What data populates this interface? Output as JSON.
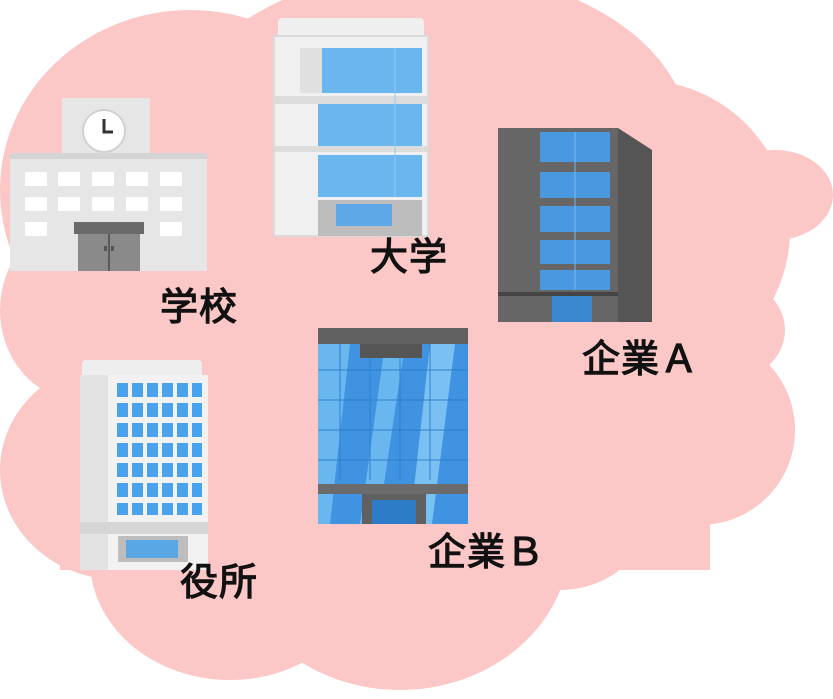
{
  "colors": {
    "cloud": "#fcc7c7",
    "glass": "#6ab7f0",
    "glass_dark": "#3d8fd6",
    "wall": "#e9e9e9",
    "wall_shadow": "#c9c9c9",
    "dark_wall": "#6b6b6b"
  },
  "buildings": [
    {
      "label": "学校",
      "icon": "school-building-icon"
    },
    {
      "label": "大学",
      "icon": "university-building-icon"
    },
    {
      "label": "企業Ａ",
      "icon": "office-tower-icon"
    },
    {
      "label": "役所",
      "icon": "government-office-icon"
    },
    {
      "label": "企業Ｂ",
      "icon": "glass-office-building-icon"
    }
  ]
}
